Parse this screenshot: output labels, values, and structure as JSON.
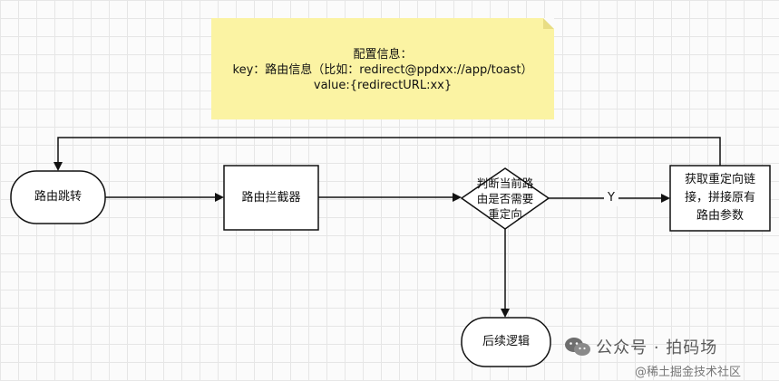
{
  "note": {
    "line1": "配置信息：",
    "line2": "key：路由信息（比如：redirect@ppdxx://app/toast）",
    "line3": "value:{redirectURL:xx}"
  },
  "nodes": {
    "route_jump": "路由跳转",
    "interceptor": "路由拦截器",
    "decision": [
      "判断当前路",
      "由是否需要",
      "重定向"
    ],
    "fetch_redirect": [
      "获取重定向链",
      "接，拼接原有",
      "路由参数"
    ],
    "follow_up": "后续逻辑"
  },
  "edges": {
    "yes_label": "Y"
  },
  "watermark": {
    "account": "公众号 · 拍码场",
    "site": "@稀土掘金技术社区"
  }
}
